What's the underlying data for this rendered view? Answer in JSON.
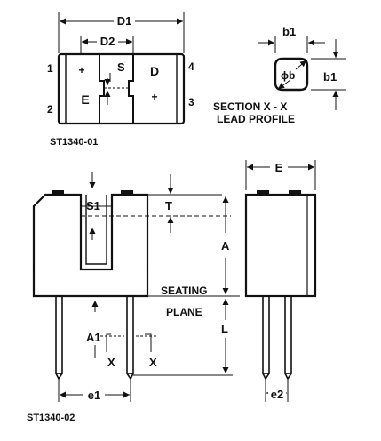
{
  "top_view": {
    "label_d1": "D1",
    "label_d2": "D2",
    "label_s": "S",
    "label_d": "D",
    "label_e": "E",
    "plus_left": "+",
    "plus_right": "+",
    "pin1": "1",
    "pin2": "2",
    "pin3": "3",
    "pin4": "4",
    "part_number": "ST1340-01"
  },
  "lead_profile": {
    "label_b1_top": "b1",
    "label_b1_side": "b1",
    "label_phi_b": "ϕb",
    "title_line1": "SECTION X - X",
    "title_line2": "LEAD PROFILE"
  },
  "side_view": {
    "label_s1": "S1",
    "label_t": "T",
    "label_a": "A",
    "label_l": "L",
    "label_a1": "A1",
    "label_x_left": "X",
    "label_x_right": "X",
    "label_e1": "e1",
    "label_e2": "e2",
    "label_e_width": "E",
    "seating_line1": "SEATING",
    "seating_line2": "PLANE",
    "part_number": "ST1340-02"
  },
  "colors": {
    "ink": "#111111",
    "paper": "#ffffff"
  }
}
